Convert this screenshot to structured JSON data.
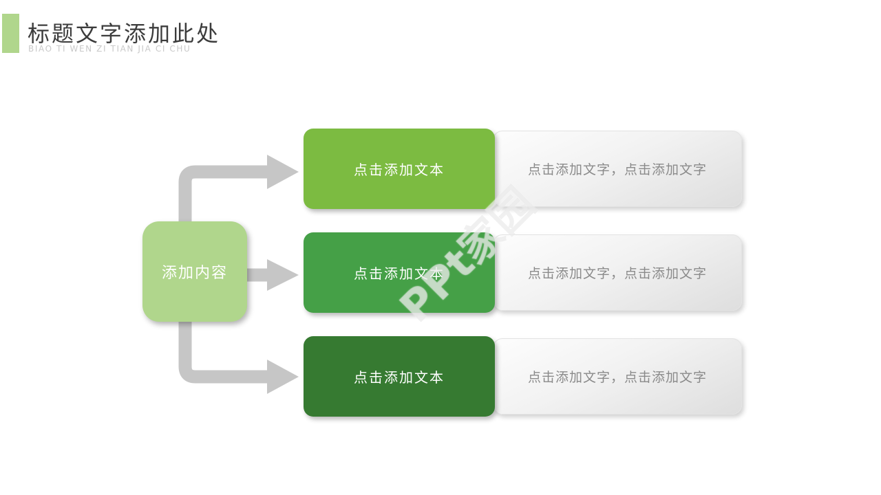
{
  "slide": {
    "title": "标题文字添加此处",
    "subtitle": "BIAO TI WEN ZI TIAN JIA CI CHU"
  },
  "colors": {
    "accent_light_green": "#B0D68C",
    "row_greens": [
      "#7CBB41",
      "#45A047",
      "#367A31"
    ],
    "arrow_gray": "#C6C6C6",
    "title_text": "#3C3C3C",
    "subtitle_text": "#C9C9C9",
    "desc_text": "#8A8A8A"
  },
  "diagram": {
    "root": {
      "label": "添加内容"
    },
    "rows": [
      {
        "label": "点击添加文本",
        "desc": "点击添加文字，点击添加文字"
      },
      {
        "label": "点击添加文本",
        "desc": "点击添加文字，点击添加文字"
      },
      {
        "label": "点击添加文本",
        "desc": "点击添加文字，点击添加文字"
      }
    ]
  },
  "watermark": {
    "text": "PPt家园"
  }
}
